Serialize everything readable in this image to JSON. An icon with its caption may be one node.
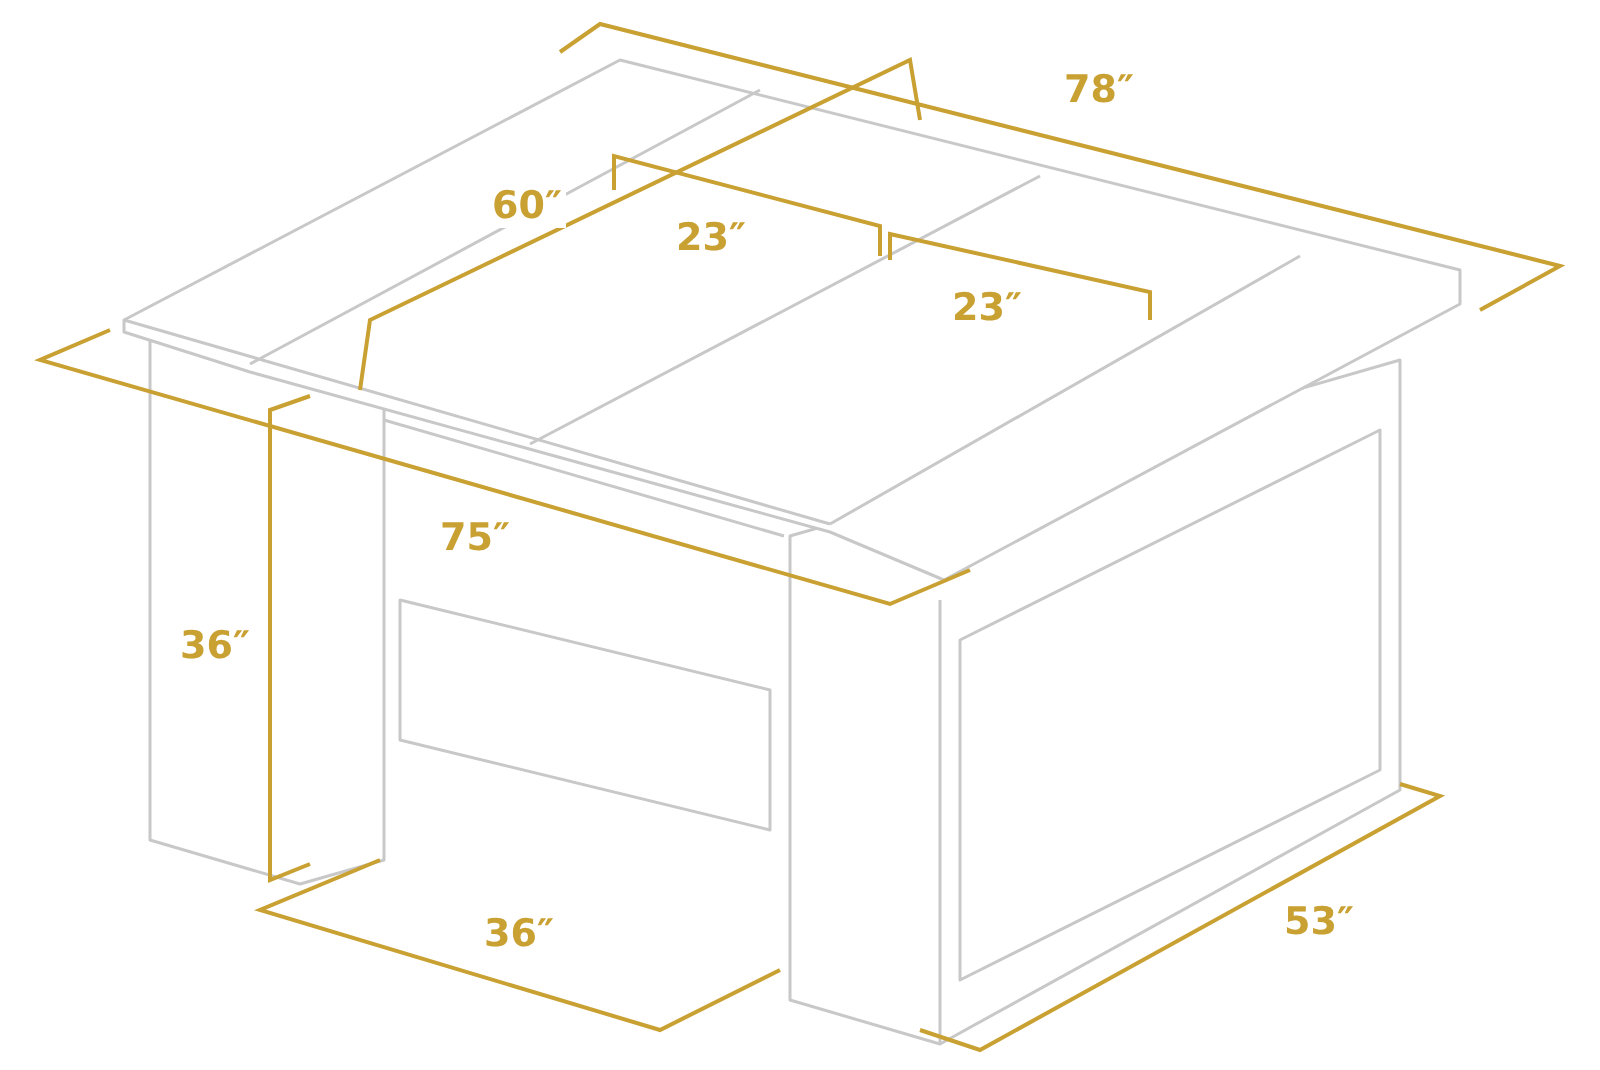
{
  "diagram": {
    "labels": [
      "78″",
      "60″",
      "23″",
      "23″",
      "75″",
      "36″",
      "36″",
      "53″"
    ]
  }
}
